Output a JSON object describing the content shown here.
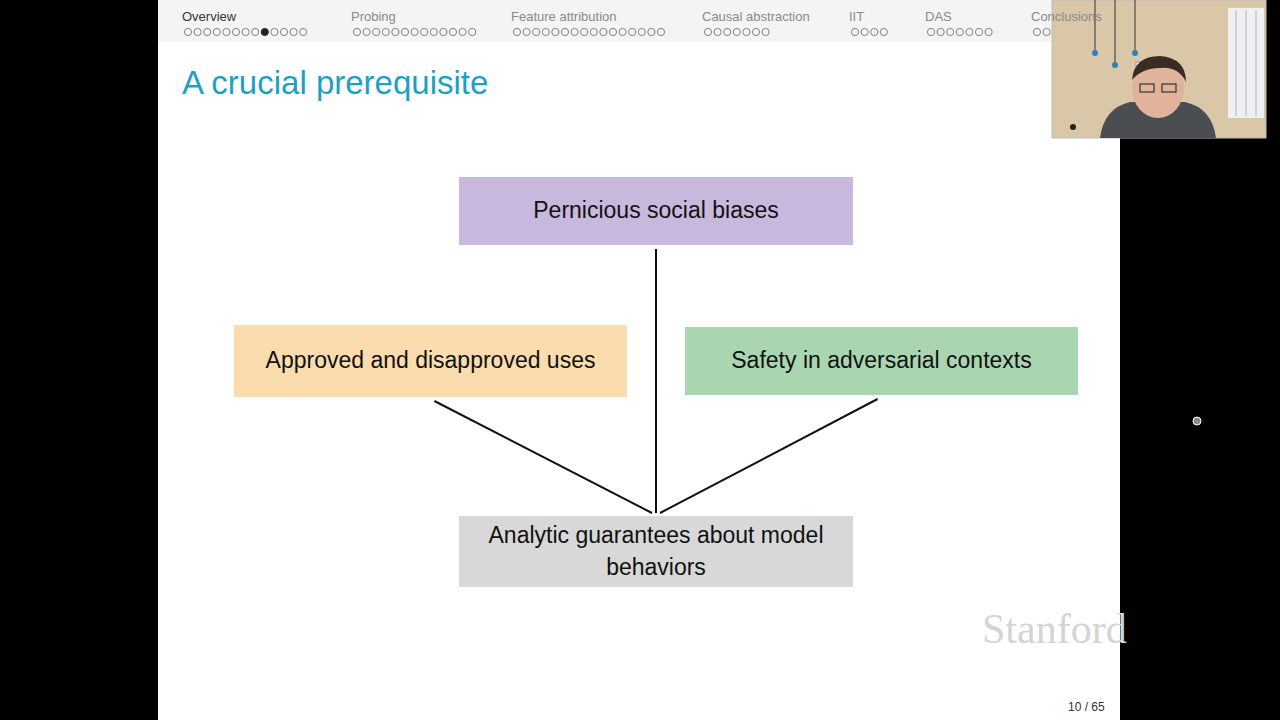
{
  "diagram": {
    "title": "A crucial prerequisite",
    "nodes": [
      {
        "text": [
          "Pernicious social biases"
        ]
      },
      {
        "text": [
          "Approved and disapproved uses"
        ]
      },
      {
        "text": [
          "Safety in adversarial contexts"
        ]
      },
      {
        "text": [
          "Analytic guarantees about model behaviors"
        ]
      }
    ],
    "edges": [
      {
        "from": 0,
        "to": 3,
        "arrow": "none"
      },
      {
        "from": 1,
        "to": 3,
        "arrow": "none"
      },
      {
        "from": 2,
        "to": 3,
        "arrow": "none"
      }
    ],
    "labels": [
      "Overview",
      "Probing",
      "Feature attribution",
      "Causal abstraction",
      "IIT",
      "DAS",
      "Conclusions",
      "Stanford",
      "10 / 65"
    ]
  }
}
